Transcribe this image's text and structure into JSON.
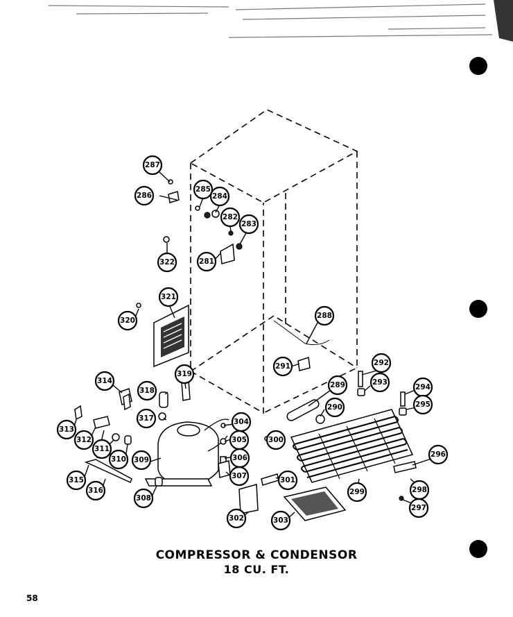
{
  "title": "COMPRESSOR & CONDENSOR",
  "subtitle": "18 CU. FT.",
  "page_number": "58",
  "callouts": [
    "287",
    "286",
    "285",
    "284",
    "282",
    "283",
    "281",
    "322",
    "321",
    "320",
    "288",
    "291",
    "292",
    "293",
    "294",
    "295",
    "289",
    "290",
    "296",
    "298",
    "297",
    "299",
    "300",
    "301",
    "302",
    "303",
    "314",
    "319",
    "318",
    "317",
    "313",
    "312",
    "311",
    "310",
    "315",
    "316",
    "309",
    "308",
    "304",
    "305",
    "306",
    "307"
  ]
}
